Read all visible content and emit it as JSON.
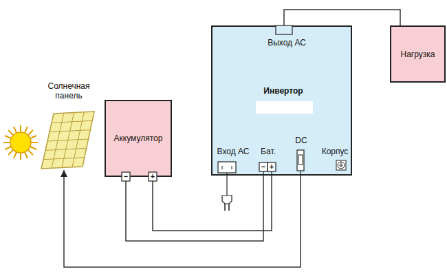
{
  "diagram": {
    "nodes": [
      {
        "text": [
          "Солнечная панель"
        ]
      },
      {
        "text": [
          "Аккумулятор"
        ]
      },
      {
        "text": [
          "Инвертор",
          "Выход АС",
          "Вход АС",
          "Бат.",
          "DC",
          "Корпус"
        ]
      },
      {
        "text": [
          "Нагрузка"
        ]
      }
    ],
    "edges": [
      {
        "from": 2,
        "to": 3,
        "arrow": "none"
      },
      {
        "from": 1,
        "to": 2,
        "arrow": "none"
      },
      {
        "from": 1,
        "to": 2,
        "arrow": "none"
      },
      {
        "from": 2,
        "to": 0,
        "arrow": "to"
      }
    ],
    "labels": [
      "−",
      "+",
      "−",
      "+"
    ]
  }
}
